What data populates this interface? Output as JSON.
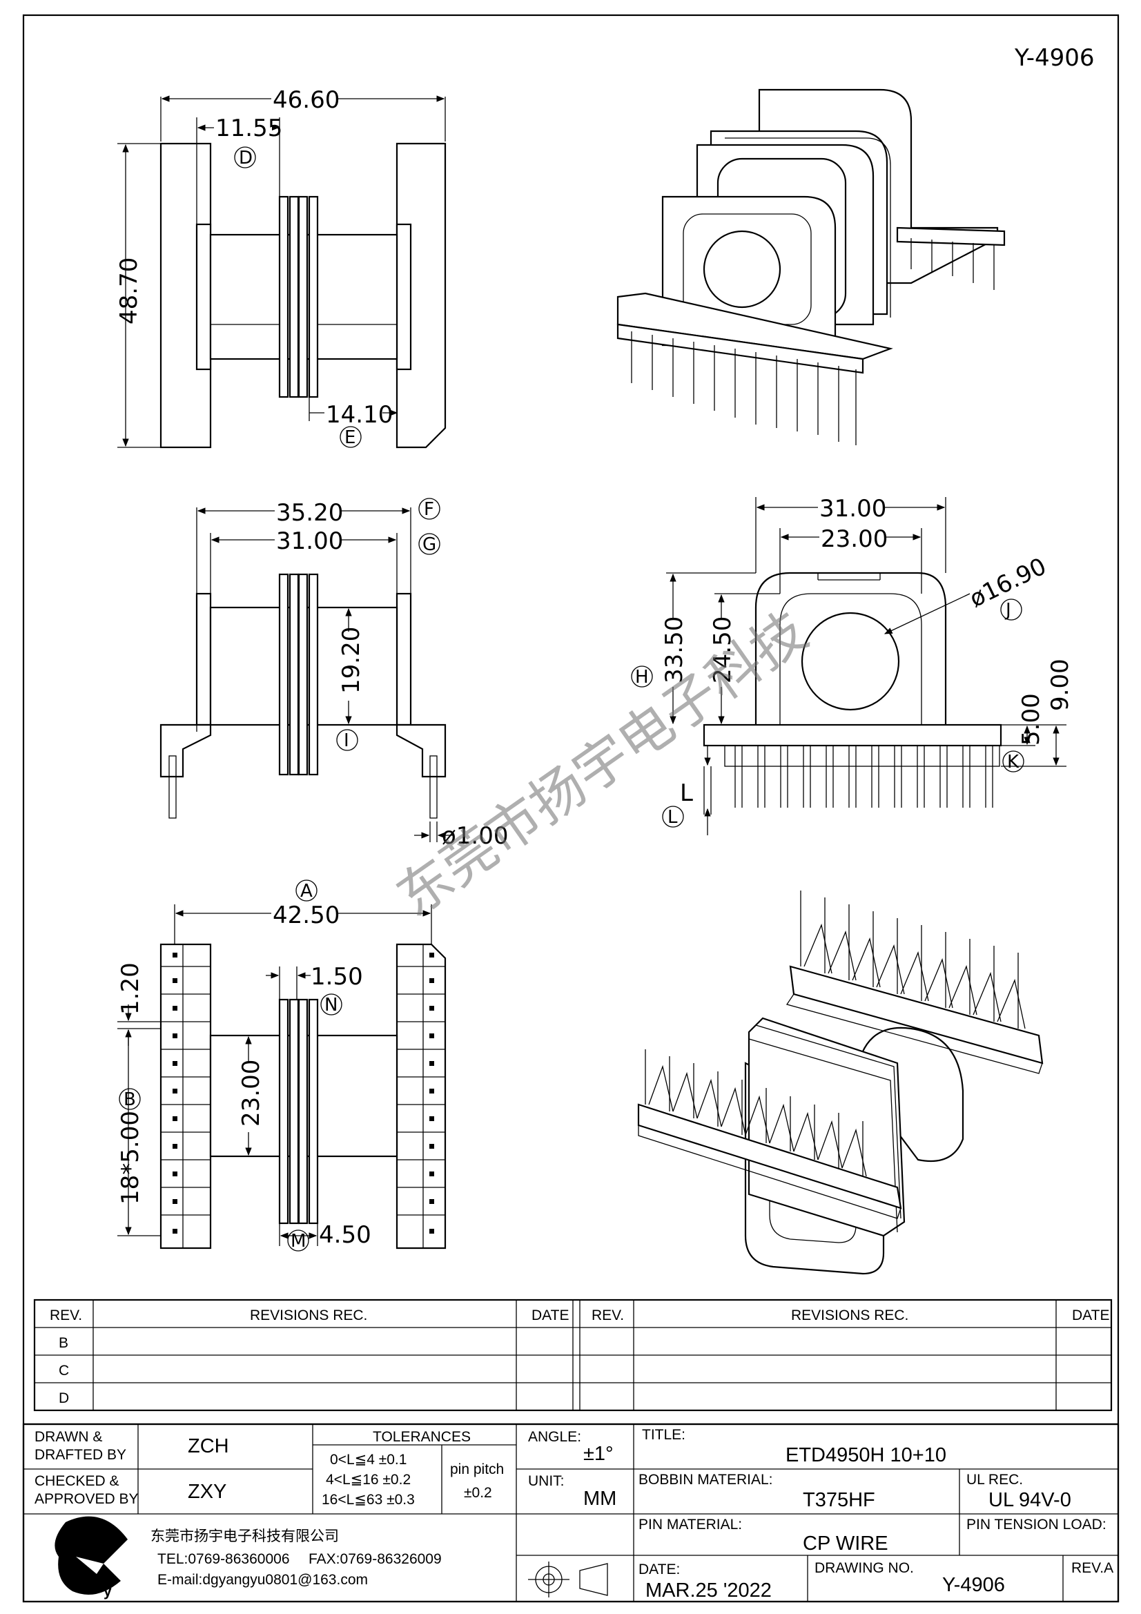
{
  "drawing_number_top": "Y-4906",
  "watermark": "东莞市扬宇电子科技",
  "dimensions": {
    "d_46_60": "46.60",
    "d_11_55": "11.55",
    "d_48_70": "48.70",
    "d_14_10": "14.10",
    "d_35_20": "35.20",
    "d_31_00_front": "31.00",
    "d_19_20": "19.20",
    "d_1_00": "ø1.00",
    "d_31_00_side": "31.00",
    "d_23_00_side": "23.00",
    "d_16_90": "ø16.90",
    "d_33_50": "33.50",
    "d_24_50": "24.50",
    "d_9_00": "9.00",
    "d_5_00": "5.00",
    "d_L": "L",
    "d_42_50": "42.50",
    "d_1_50": "1.50",
    "d_1_20": "1.20",
    "d_23_00_bottom": "23.00",
    "d_18x5": "18*5.00",
    "d_4_50": "4.50"
  },
  "callouts": [
    "D",
    "E",
    "F",
    "G",
    "I",
    "H",
    "J",
    "K",
    "L",
    "A",
    "N",
    "B",
    "M"
  ],
  "revisions": {
    "headers": [
      "REV.",
      "REVISIONS    REC.",
      "DATE",
      "REV.",
      "REVISIONS    REC.",
      "DATE"
    ],
    "rows": [
      "B",
      "C",
      "D"
    ]
  },
  "title_block": {
    "drawn_label_1": "DRAWN &",
    "drawn_label_2": "DRAFTED BY",
    "drawn_value": "ZCH",
    "checked_label_1": "CHECKED &",
    "checked_label_2": "APPROVED BY",
    "checked_value": "ZXY",
    "tolerances_label": "TOLERANCES",
    "tol_rows": [
      "0<L≦4    ±0.1",
      "4<L≦16   ±0.2",
      "16<L≦63  ±0.3"
    ],
    "pin_pitch_label": "pin  pitch",
    "pin_pitch_value": "±0.2",
    "angle_label": "ANGLE:",
    "angle_value": "±1°",
    "unit_label": "UNIT:",
    "unit_value": "MM",
    "title_label": "TITLE:",
    "title_value": "ETD4950H  10+10",
    "bobbin_label": "BOBBIN  MATERIAL:",
    "bobbin_value": "T375HF",
    "ul_label": "UL  REC.",
    "ul_value": "UL  94V-0",
    "pin_material_label": "PIN  MATERIAL:",
    "pin_material_value": "CP  WIRE",
    "pin_tension_label": "PIN  TENSION  LOAD:",
    "date_label": "DATE:",
    "date_value": "MAR.25  '2022",
    "drawing_no_label": "DRAWING  NO.",
    "drawing_no_value": "Y-4906",
    "rev_label": "REV.A",
    "company": "东莞市扬宇电子科技有限公司",
    "tel": "TEL:0769-86360006",
    "fax": "FAX:0769-86326009",
    "email": "E-mail:dgyangyu0801@163.com"
  }
}
